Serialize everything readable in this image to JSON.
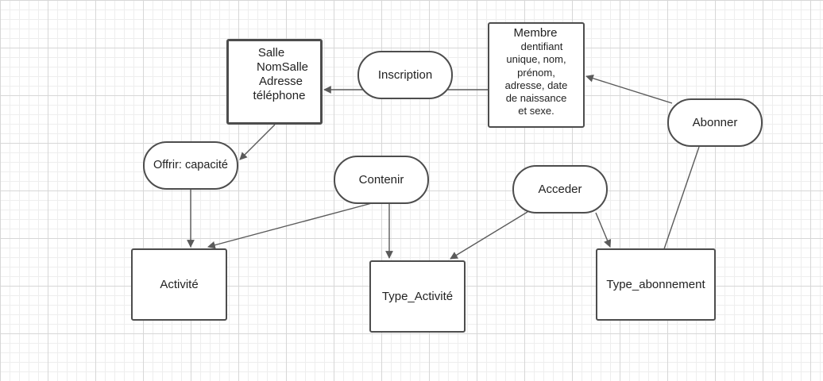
{
  "diagram": {
    "entities": {
      "salle": {
        "lines": [
          "Salle",
          "NomSalle",
          "Adresse",
          "téléphone"
        ]
      },
      "membre": {
        "title": "Membre",
        "attributes": [
          "dentifiant",
          "unique, nom,",
          "prénom,",
          "adresse, date",
          "de naissance",
          "et sexe."
        ]
      },
      "activite": {
        "label": "Activité"
      },
      "type_activite": {
        "label": "Type_Activité"
      },
      "type_abonnement": {
        "label": "Type_abonnement"
      }
    },
    "relations": {
      "inscription": {
        "label": "Inscription"
      },
      "abonner": {
        "label": "Abonner"
      },
      "offrir": {
        "label": "Offrir: capacité"
      },
      "contenir": {
        "label": "Contenir"
      },
      "acceder": {
        "label": "Acceder"
      }
    },
    "connections": [
      {
        "from": "membre",
        "to": "salle",
        "arrow": true
      },
      {
        "from": "abonner",
        "to": "membre",
        "arrow": true
      },
      {
        "from": "abonner",
        "to": "type_abonnement",
        "arrow": true
      },
      {
        "from": "salle",
        "to": "offrir",
        "arrow": true
      },
      {
        "from": "offrir",
        "to": "activite",
        "arrow": true
      },
      {
        "from": "contenir",
        "to": "activite",
        "arrow": true
      },
      {
        "from": "contenir",
        "to": "type_activite",
        "arrow": true
      },
      {
        "from": "acceder",
        "to": "type_activite",
        "arrow": true
      },
      {
        "from": "acceder",
        "to": "type_abonnement",
        "arrow": true
      }
    ],
    "colors": {
      "stroke": "#4d4d4d",
      "grid": "#d7d7d7"
    }
  }
}
